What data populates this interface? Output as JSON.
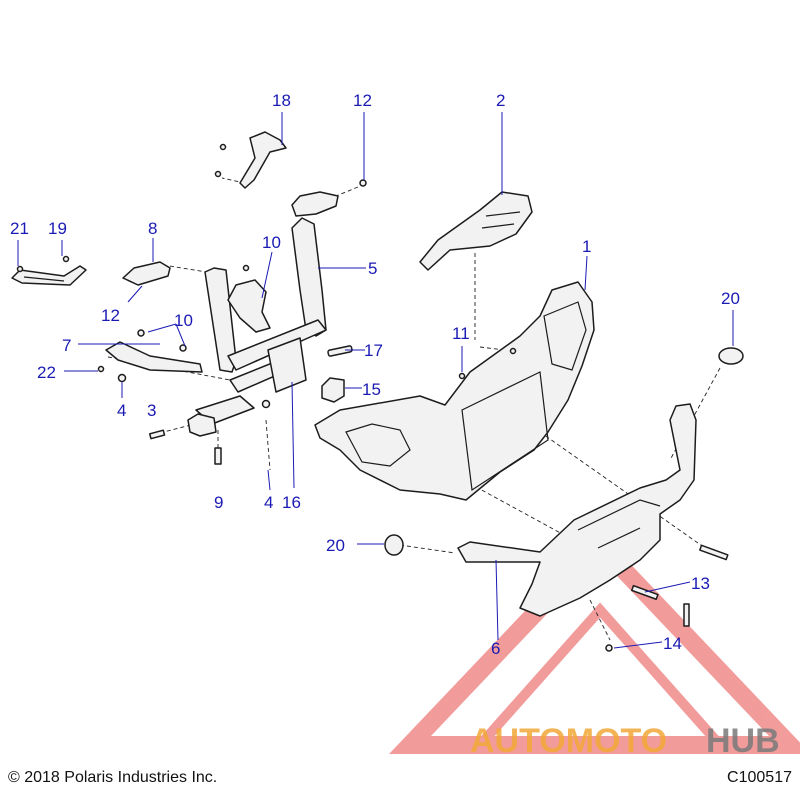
{
  "callouts": [
    {
      "id": "1",
      "label": "1"
    },
    {
      "id": "2",
      "label": "2"
    },
    {
      "id": "3",
      "label": "3"
    },
    {
      "id": "4a",
      "label": "4"
    },
    {
      "id": "4b",
      "label": "4"
    },
    {
      "id": "5",
      "label": "5"
    },
    {
      "id": "6",
      "label": "6"
    },
    {
      "id": "7",
      "label": "7"
    },
    {
      "id": "8",
      "label": "8"
    },
    {
      "id": "9",
      "label": "9"
    },
    {
      "id": "10a",
      "label": "10"
    },
    {
      "id": "10b",
      "label": "10"
    },
    {
      "id": "11",
      "label": "11"
    },
    {
      "id": "12a",
      "label": "12"
    },
    {
      "id": "12b",
      "label": "12"
    },
    {
      "id": "13",
      "label": "13"
    },
    {
      "id": "14",
      "label": "14"
    },
    {
      "id": "15",
      "label": "15"
    },
    {
      "id": "16",
      "label": "16"
    },
    {
      "id": "17",
      "label": "17"
    },
    {
      "id": "18",
      "label": "18"
    },
    {
      "id": "19",
      "label": "19"
    },
    {
      "id": "20a",
      "label": "20"
    },
    {
      "id": "20b",
      "label": "20"
    },
    {
      "id": "21",
      "label": "21"
    },
    {
      "id": "22",
      "label": "22"
    }
  ],
  "footer": {
    "copyright": "© 2018 Polaris Industries Inc.",
    "drawing_code": "C100517"
  },
  "watermark": {
    "word1": "AUTOMOTO",
    "word2": "HUB",
    "color_primary": "#f2a838",
    "color_secondary": "#7a7a7a",
    "color_triangle": "#e84a4a"
  },
  "colors": {
    "callout": "#1a1ab4"
  }
}
